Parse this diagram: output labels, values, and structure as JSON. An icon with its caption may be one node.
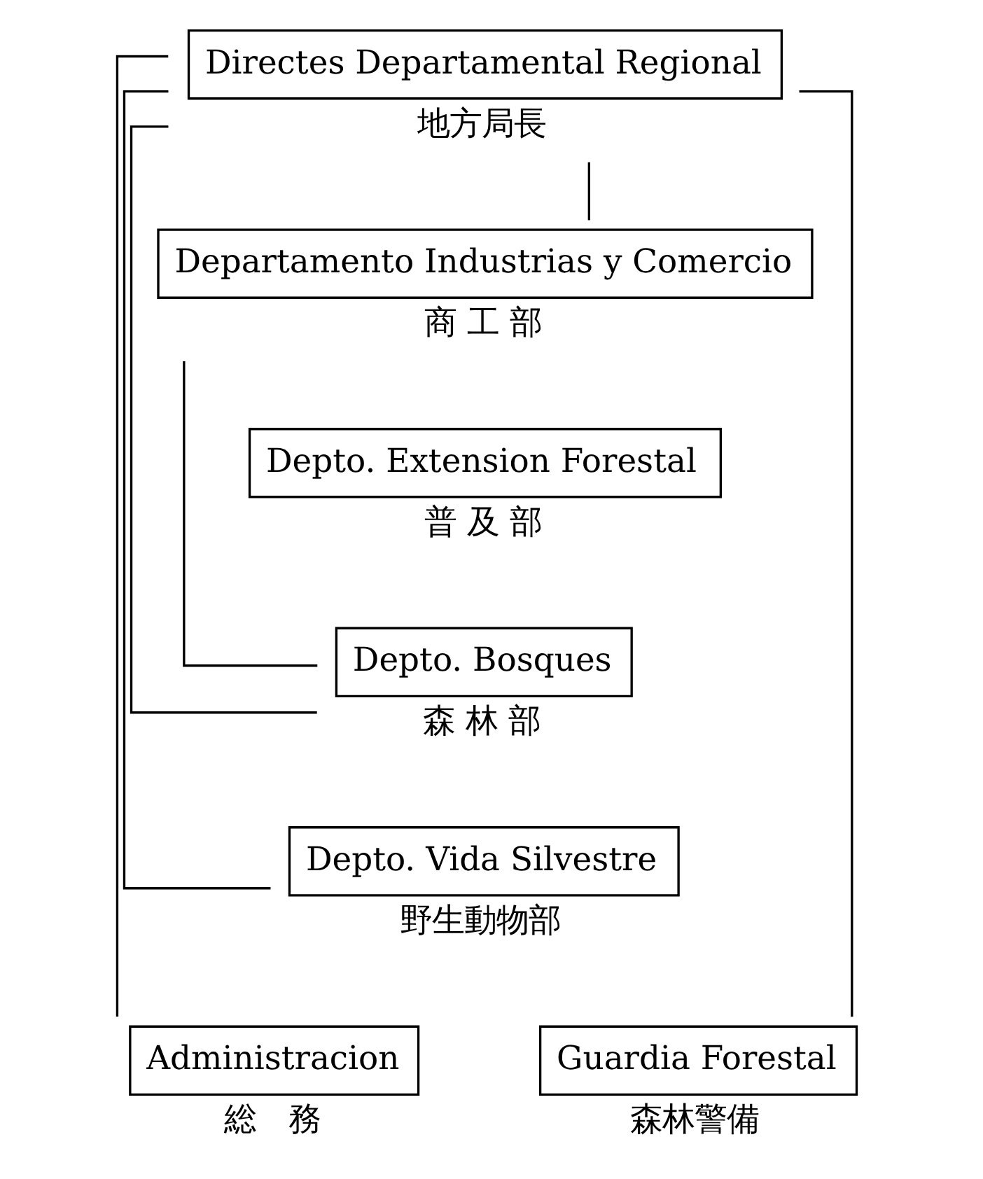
{
  "diagram": {
    "nodes": [
      {
        "text": [
          "Directes Departamental Regional"
        ],
        "beside": [
          "地方局長"
        ]
      },
      {
        "text": [
          "Departamento Industrias y Comercio"
        ],
        "beside": [
          "商 工 部"
        ]
      },
      {
        "text": [
          "Depto. Extension Forestal"
        ],
        "beside": [
          "普 及 部"
        ]
      },
      {
        "text": [
          "Depto. Bosques"
        ],
        "beside": [
          "森 林 部"
        ]
      },
      {
        "text": [
          "Depto. Vida Silvestre"
        ],
        "beside": [
          "野生動物部"
        ]
      },
      {
        "text": [
          "Administracion"
        ],
        "beside": [
          "総　務"
        ]
      },
      {
        "text": [
          "Guardia Forestal"
        ],
        "beside": [
          "森林警備"
        ]
      }
    ],
    "edges": [
      {
        "from": 0,
        "to": 1,
        "arrow": "none"
      },
      {
        "from": 0,
        "to": 3,
        "arrow": "none"
      },
      {
        "from": 1,
        "to": 3,
        "arrow": "none"
      },
      {
        "from": 0,
        "to": 4,
        "arrow": "none"
      },
      {
        "from": 0,
        "to": 5,
        "arrow": "none"
      },
      {
        "from": 0,
        "to": 6,
        "arrow": "none"
      }
    ]
  }
}
